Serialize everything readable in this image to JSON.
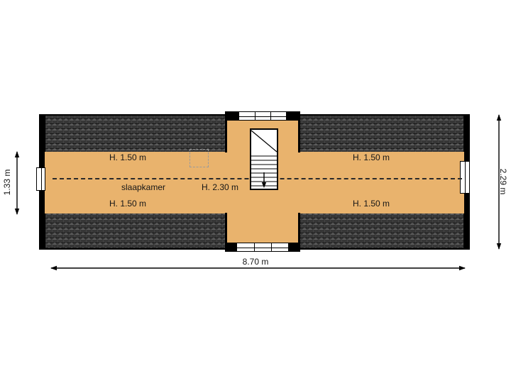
{
  "plan": {
    "room_label": "slaapkamer",
    "heights": {
      "top_left": "H. 1.50 m",
      "top_right": "H. 1.50 m",
      "center": "H. 2.30 m",
      "bottom_left": "H. 1.50 m",
      "bottom_right": "H. 1.50 m"
    },
    "dimensions": {
      "left": "1.33 m",
      "right": "2.29 m",
      "bottom": "8.70 m"
    },
    "colors": {
      "floor_fill": "#e9b36d",
      "roof_fill": "#363636",
      "wall": "#000000",
      "background": "#ffffff"
    }
  }
}
